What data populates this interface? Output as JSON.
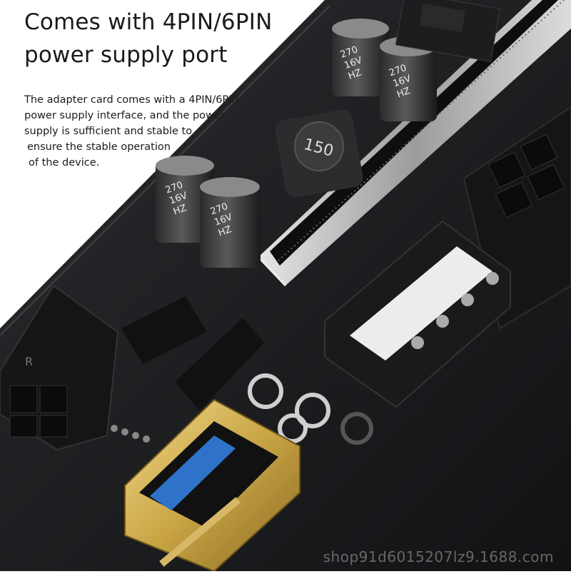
{
  "heading": {
    "line1": "Comes with 4PIN/6PIN",
    "line2": "power supply port"
  },
  "description": {
    "line1": "The adapter card comes with a 4PIN/6PIN",
    "line2": "power supply interface, and the power",
    "line3": "supply is sufficient and stable to",
    "line4": "ensure the stable operation",
    "line5": "of the device."
  },
  "capacitors": [
    {
      "label": "270\n16V\nHZ"
    },
    {
      "label": "270\n16V\nHZ"
    },
    {
      "label": "270\n16V\nHZ"
    },
    {
      "label": "270\n16V\nHZ"
    }
  ],
  "inductor_label": "150",
  "watermark": "shop91d6015207lz9.1688.com",
  "colors": {
    "board": "#1b1c1e",
    "usb_gold": "#c9a545",
    "usb_blue": "#2e73c9",
    "slot_metal": "#b8b8b8"
  }
}
